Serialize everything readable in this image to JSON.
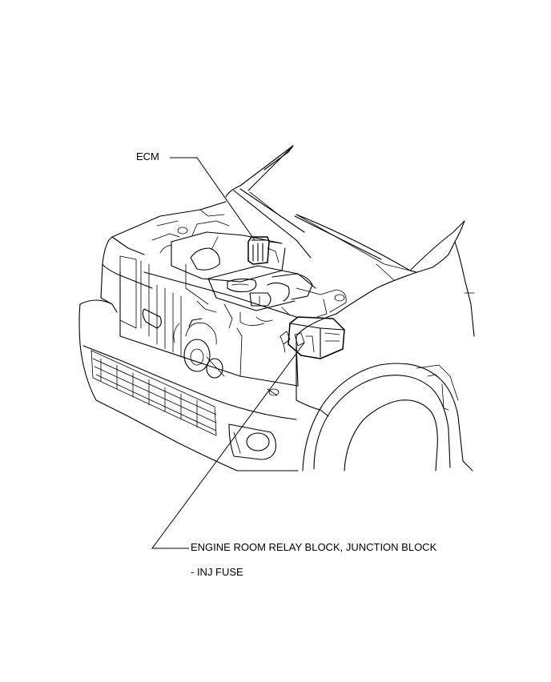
{
  "labels": {
    "ecm": "ECM",
    "relay_block": "ENGINE ROOM RELAY BLOCK, JUNCTION BLOCK",
    "inj_fuse": "- INJ FUSE"
  },
  "colors": {
    "line": "#000000",
    "background": "#ffffff"
  }
}
